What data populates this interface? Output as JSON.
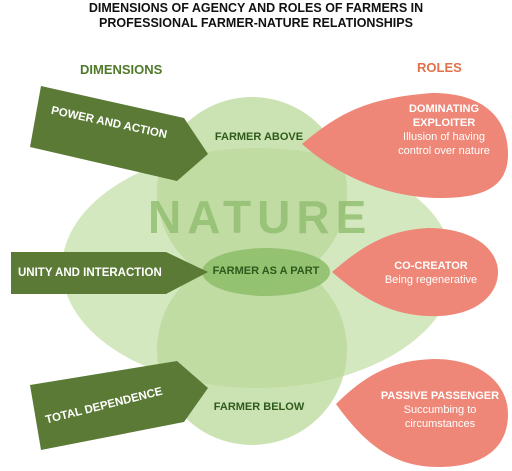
{
  "title_line1": "DIMENSIONS OF AGENCY AND ROLES OF FARMERS IN",
  "title_line2": "PROFESSIONAL FARMER-NATURE RELATIONSHIPS",
  "dimensions_heading": "DIMENSIONS",
  "roles_heading": "ROLES",
  "center_label": "NATURE",
  "dimensions": [
    {
      "label": "POWER AND ACTION"
    },
    {
      "label": "UNITY AND INTERACTION"
    },
    {
      "label": "TOTAL DEPENDENCE"
    }
  ],
  "positions": [
    {
      "label": "FARMER ABOVE"
    },
    {
      "label": "FARMER AS A PART"
    },
    {
      "label": "FARMER BELOW"
    }
  ],
  "roles": [
    {
      "title": "DOMINATING EXPLOITER",
      "desc": "Illusion of having control over nature"
    },
    {
      "title": "CO-CREATOR",
      "desc": "Being regenerative"
    },
    {
      "title": "PASSIVE PASSENGER",
      "desc": "Succumbing to circumstances"
    }
  ],
  "colors": {
    "arrow": "#5a7a35",
    "role_drop": "#ee8777",
    "roles_heading": "#e0714a",
    "dimensions_heading": "#4e7a2a",
    "nature_light": "#d4e8bf",
    "nature_mid": "#b9d89a",
    "nature_dark": "#9cc77b"
  }
}
